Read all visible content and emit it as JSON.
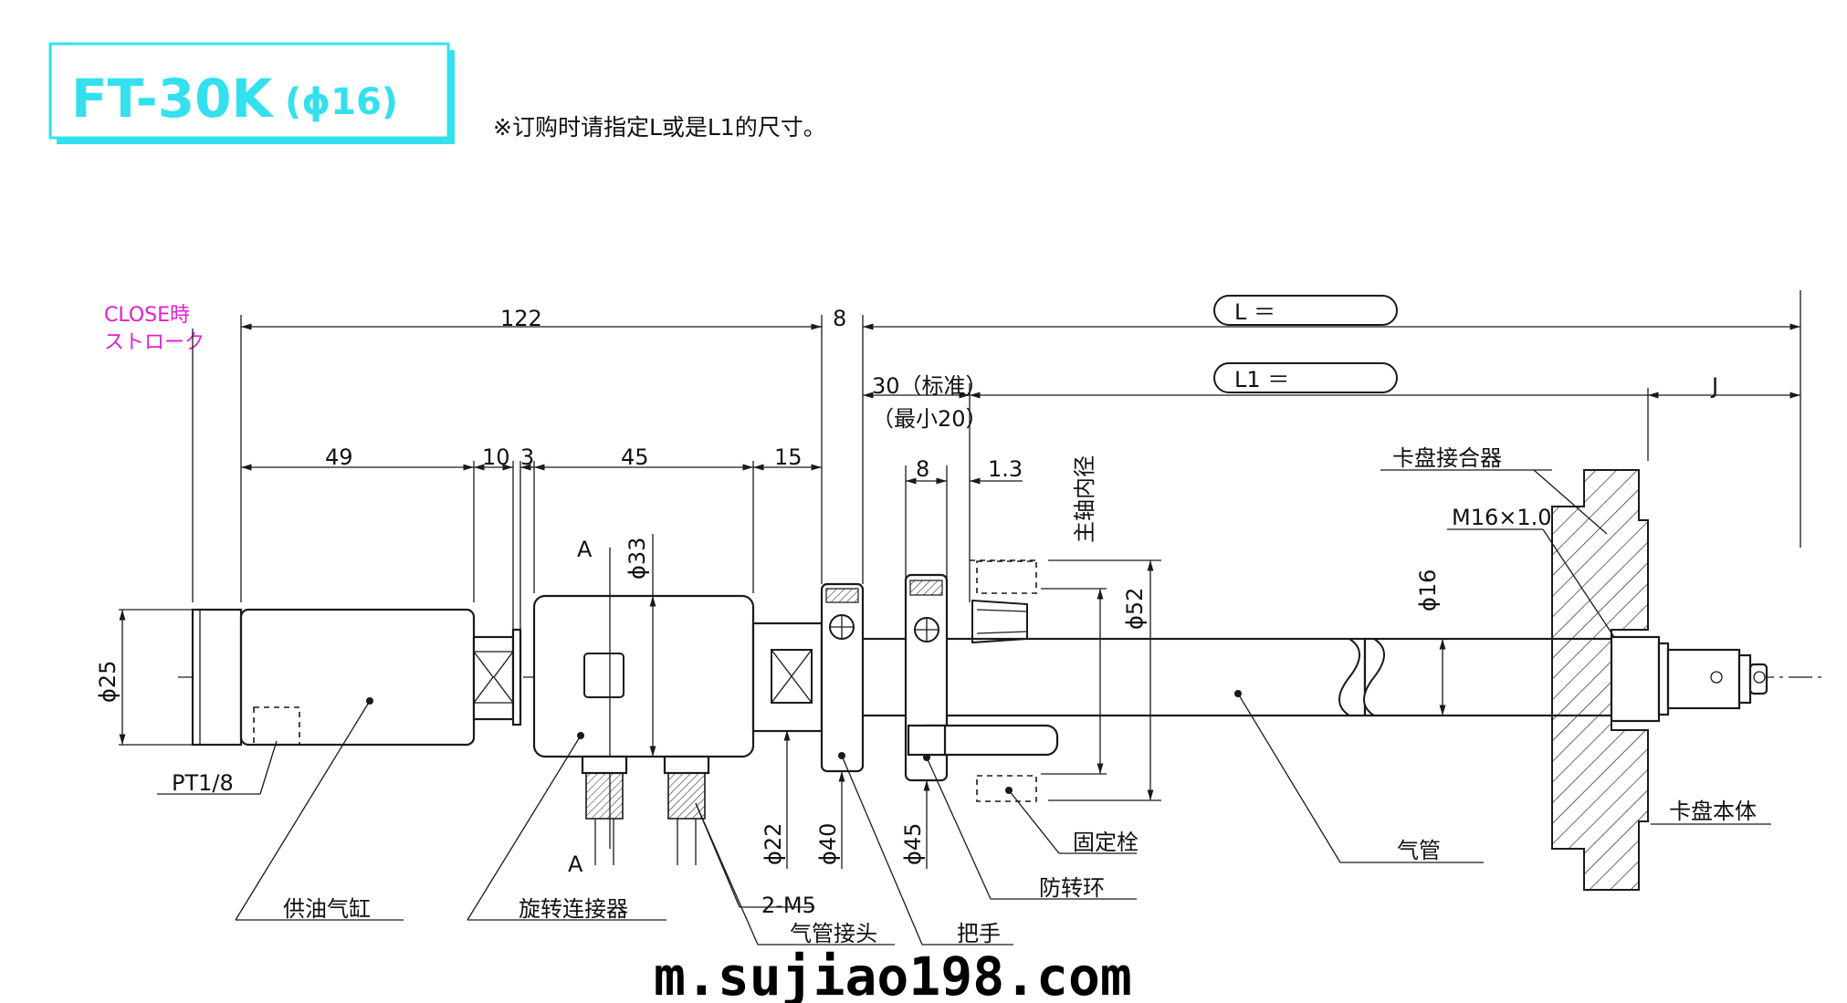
{
  "title": {
    "model": "FT-30K",
    "spec": "(ϕ16)"
  },
  "note": "※订购时请指定L或是L1的尺寸。",
  "close_stroke": {
    "line1": "CLOSE時",
    "line2": "ストローク"
  },
  "dimensions": {
    "d122": "122",
    "d8_top": "8",
    "L": "L ＝",
    "L1": "L1 ＝",
    "d30": "30（标准）",
    "d20": "（最小20）",
    "J": "J",
    "d49": "49",
    "d10": "10",
    "d3": "3",
    "d45": "45",
    "d15": "15",
    "d8": "8",
    "d1_3": "1.3",
    "phi25": "ϕ25",
    "phi33": "ϕ33",
    "phi52": "ϕ52",
    "phi16": "ϕ16",
    "phi22": "ϕ22",
    "phi40": "ϕ40",
    "phi45": "ϕ45",
    "spindle_bore": "主轴内径"
  },
  "labels": {
    "section_a_top": "A",
    "section_a_bottom": "A",
    "pt": "PT1/8",
    "m5": "2-M5",
    "m16": "M16×1.0",
    "chuck_adapter": "卡盘接合器",
    "chuck_body": "卡盘本体",
    "oil_cylinder": "供油气缸",
    "rotary_joint": "旋转连接器",
    "air_fitting": "气管接头",
    "handle": "把手",
    "anti_rotation_ring": "防转环",
    "fixing_pin": "固定栓",
    "air_pipe": "气管"
  },
  "watermark": "m.sujiao198.com"
}
